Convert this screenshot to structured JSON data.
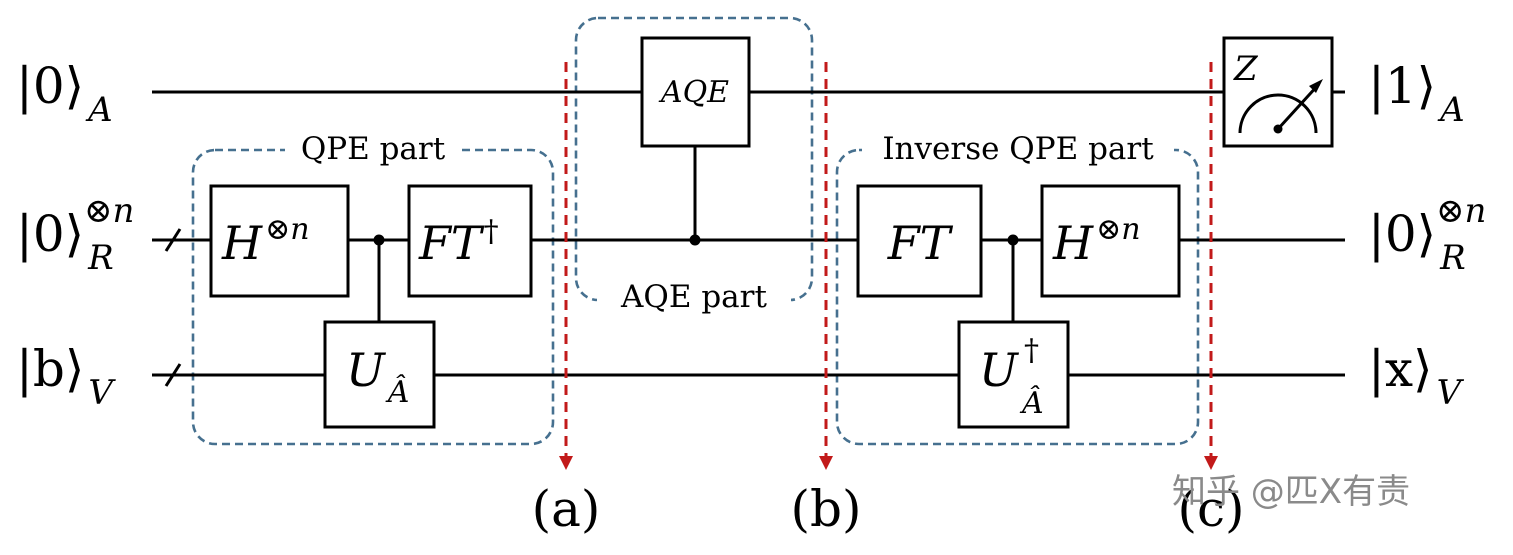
{
  "states_in": {
    "ancilla": {
      "base": "|0⟩",
      "sub": "A",
      "sup": ""
    },
    "register": {
      "base": "|0⟩",
      "sub": "R",
      "sup": "⊗n"
    },
    "vector": {
      "base": "|b⟩",
      "sub": "V",
      "sup": ""
    }
  },
  "states_out": {
    "ancilla": {
      "base": "|1⟩",
      "sub": "A",
      "sup": ""
    },
    "register": {
      "base": "|0⟩",
      "sub": "R",
      "sup": "⊗n"
    },
    "vector": {
      "base": "|x⟩",
      "sub": "V",
      "sup": ""
    }
  },
  "gates": {
    "hadamard_in": {
      "base": "H",
      "sup": "⊗n"
    },
    "ft_dagger": {
      "base": "FT",
      "sup": "†"
    },
    "unitary": {
      "base": "U",
      "sub": "Â"
    },
    "aqe": {
      "base": "AQE"
    },
    "ft": {
      "base": "FT"
    },
    "unitary_dagger": {
      "base": "U",
      "sup": "†",
      "sub": "Â"
    },
    "hadamard_out": {
      "base": "H",
      "sup": "⊗n"
    },
    "measure": {
      "basis": "Z"
    }
  },
  "groups": {
    "qpe": "QPE part",
    "aqe": "AQE part",
    "inverse_qpe": "Inverse QPE part"
  },
  "barriers": [
    "(a)",
    "(b)",
    "(c)"
  ],
  "watermark": "知乎 @匹X有责",
  "colors": {
    "group_border": "#46708f",
    "barrier": "#c21a1a",
    "wire": "#000000"
  }
}
